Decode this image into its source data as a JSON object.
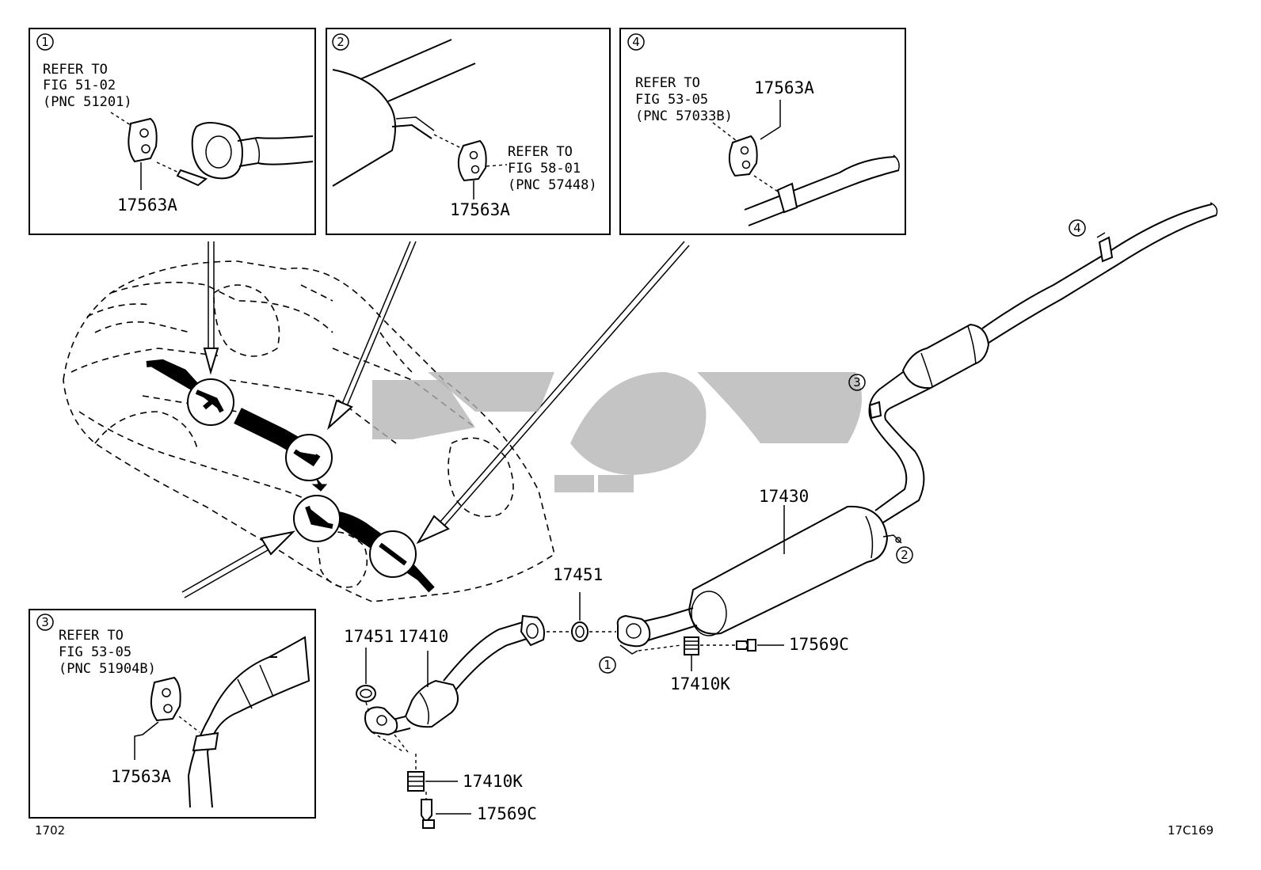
{
  "insets": [
    {
      "id": "1",
      "ref": [
        "REFER TO",
        "FIG 51-02",
        "(PNC 51201)"
      ],
      "part": "17563A"
    },
    {
      "id": "2",
      "ref": [
        "REFER TO",
        "FIG 58-01",
        "(PNC 57448)"
      ],
      "part": "17563A"
    },
    {
      "id": "4",
      "ref": [
        "REFER TO",
        "FIG 53-05",
        "(PNC 57033B)"
      ],
      "part": "17563A"
    },
    {
      "id": "3",
      "ref": [
        "REFER TO",
        "FIG 53-05",
        "(PNC 51904B)"
      ],
      "part": "17563A"
    }
  ],
  "parts": {
    "muffler": "17430",
    "gasket_a": "17451",
    "gasket_b": "17451",
    "front_pipe": "17410",
    "spring_a": "17410K",
    "spring_b": "17410K",
    "bolt_a": "17569C",
    "bolt_b": "17569C"
  },
  "callouts": {
    "c1": "1",
    "c2": "2",
    "c3": "3",
    "c4": "4"
  },
  "footer": {
    "left": "1702",
    "right": "17C169"
  }
}
